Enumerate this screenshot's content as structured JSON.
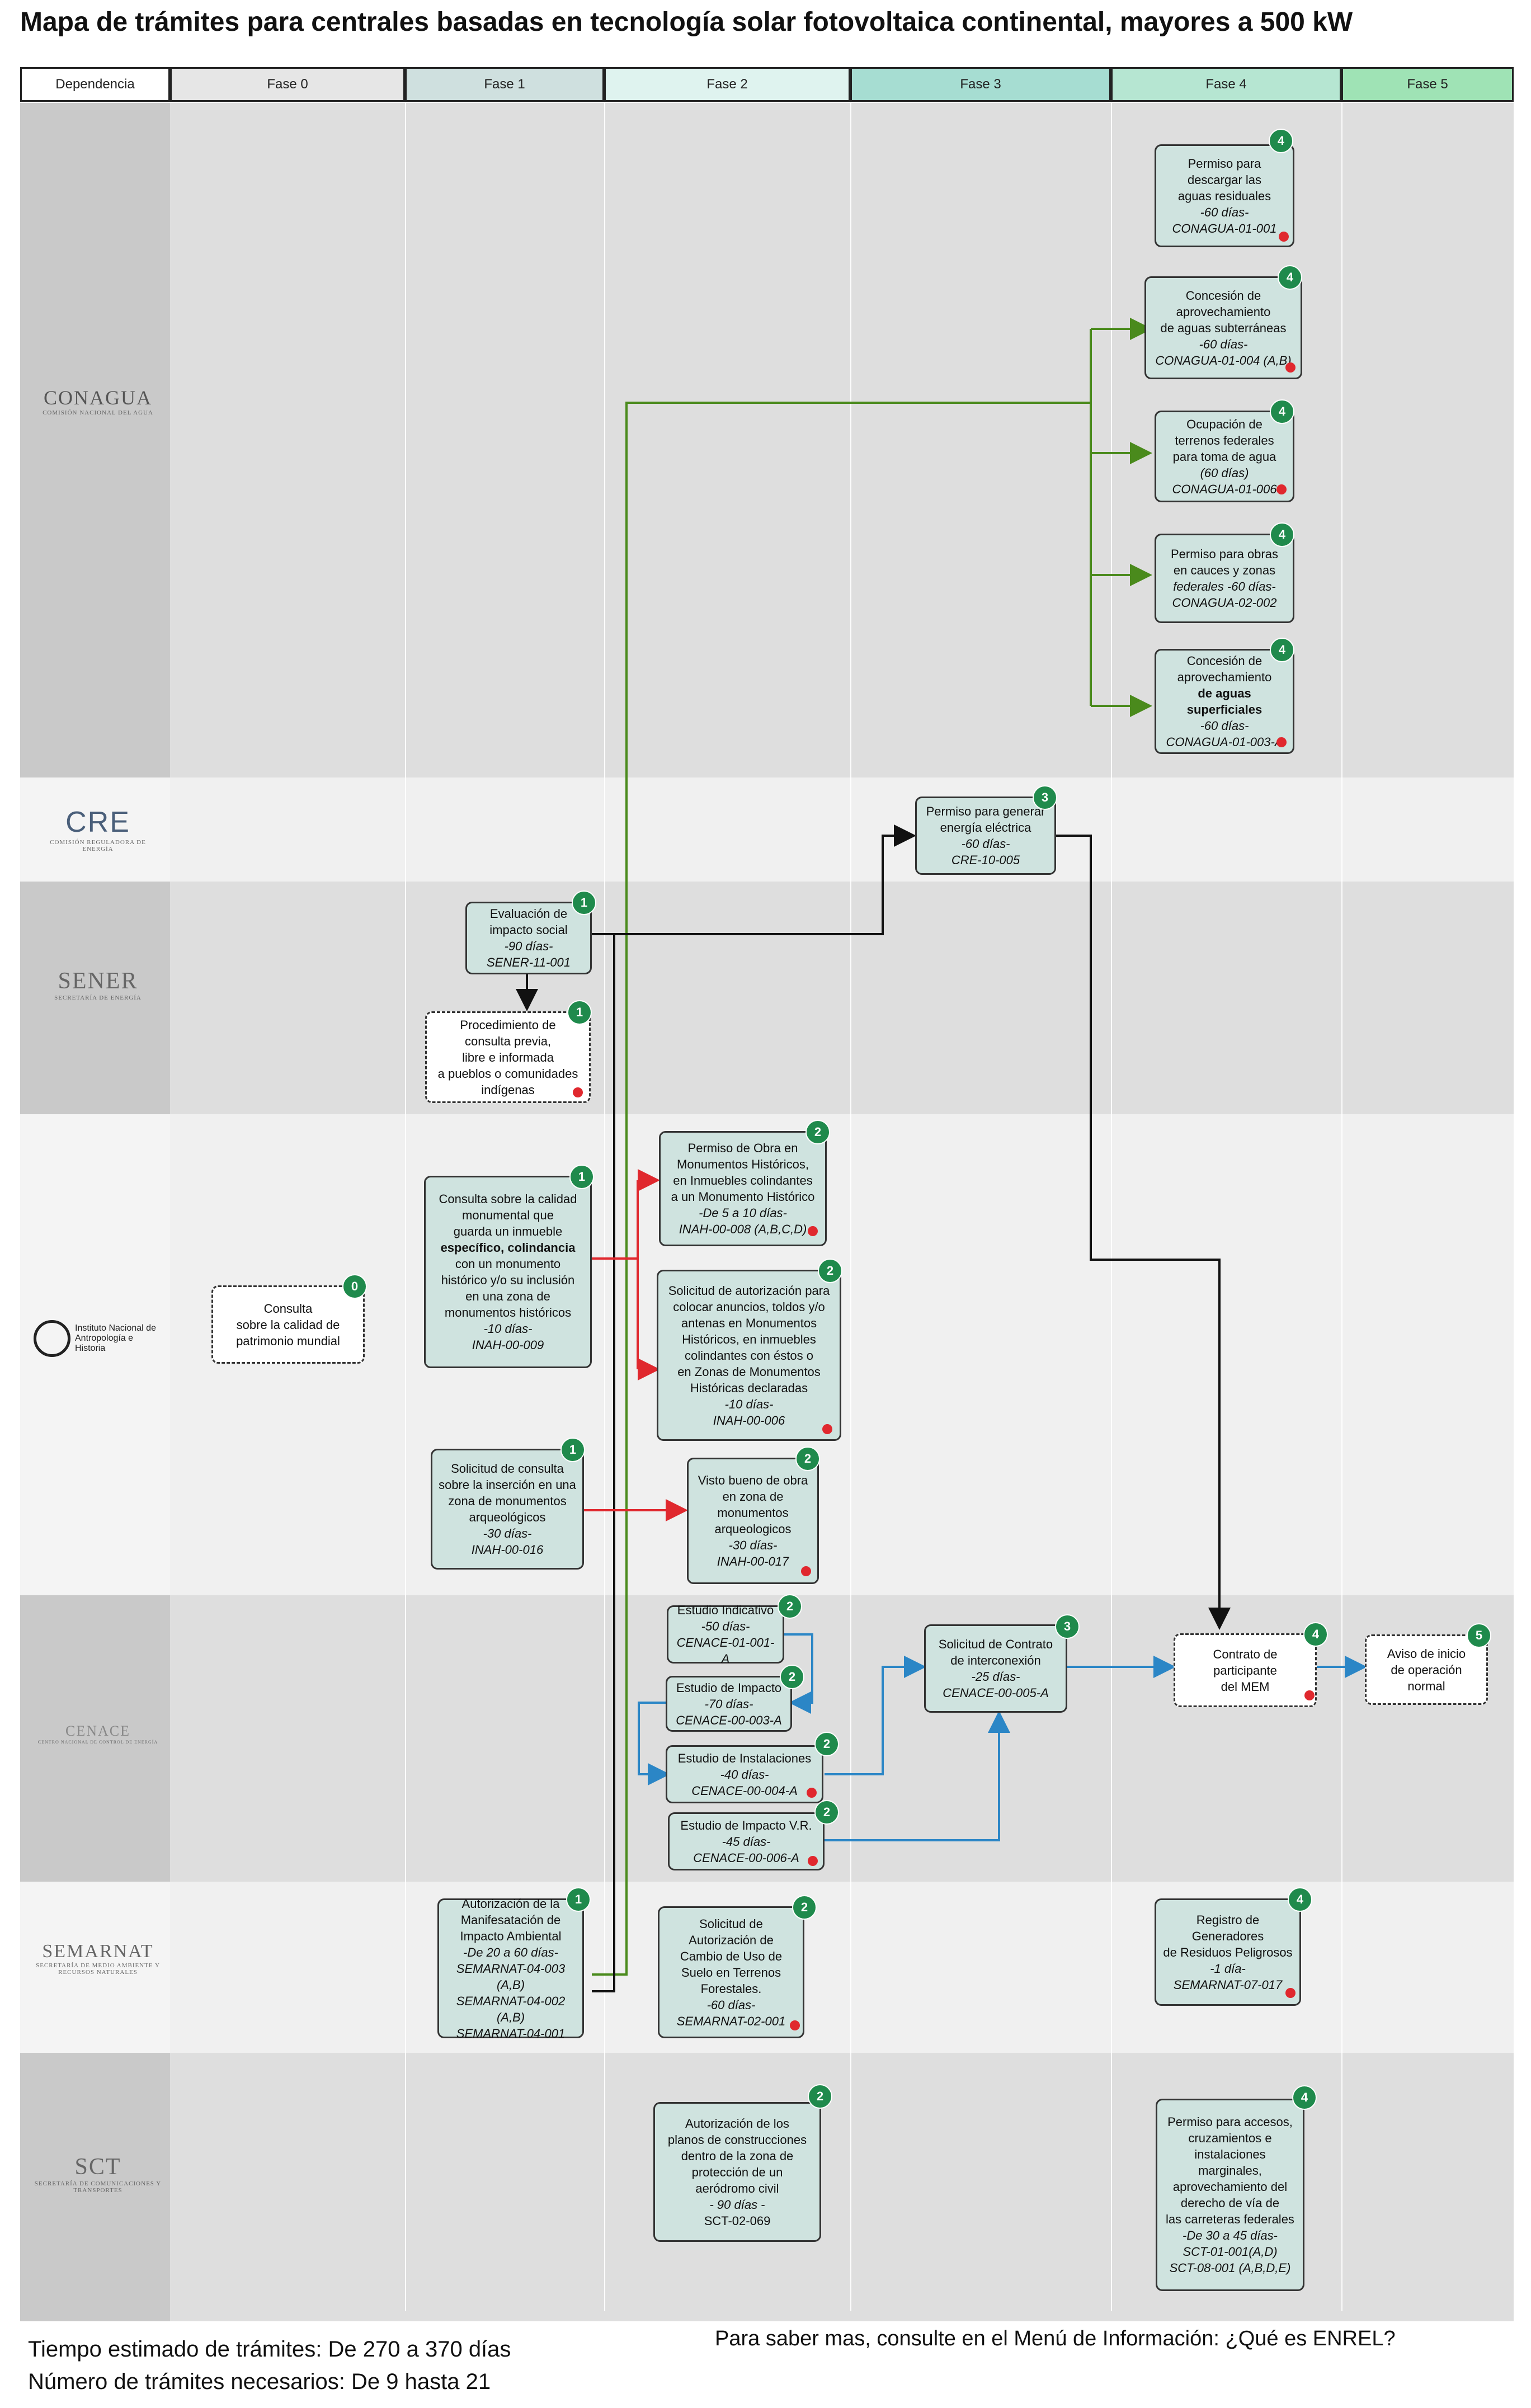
{
  "title": "Mapa de trámites para centrales basadas en tecnología solar fotovoltaica continental, mayores a 500 kW",
  "headers": [
    "Dependencia",
    "Fase 0",
    "Fase 1",
    "Fase 2",
    "Fase 3",
    "Fase 4",
    "Fase 5"
  ],
  "header_colors": [
    "#ffffff",
    "#e6e6e6",
    "#cfe0df",
    "#dff3ef",
    "#a6ddd2",
    "#b6e6d2",
    "#9fe3b5"
  ],
  "logos": {
    "conagua": {
      "main": "CONAGUA",
      "sub": "Comisión Nacional del Agua"
    },
    "cre": {
      "main": "CRE",
      "sub": "Comisión Reguladora de Energía"
    },
    "sener": {
      "main": "SENER",
      "sub": "Secretaría de Energía"
    },
    "inah": {
      "main": "Instituto Nacional de Antropología e Historia",
      "sub": ""
    },
    "cenace": {
      "main": "CENACE",
      "sub": "Centro Nacional de Control de Energía"
    },
    "semarnat": {
      "main": "SEMARNAT",
      "sub": "Secretaría de Medio Ambiente y Recursos Naturales"
    },
    "sct": {
      "main": "SCT",
      "sub": "Secretaría de Comunicaciones y Transportes"
    }
  },
  "boxes": {
    "conagua1": {
      "badge": "4",
      "lines": [
        "Permiso para",
        "descargar las",
        "aguas residuales",
        "-60 días-",
        "CONAGUA-01-001"
      ]
    },
    "conagua2": {
      "badge": "4",
      "lines": [
        "Concesión de",
        "aprovechamiento",
        "de aguas subterráneas",
        "-60 días-",
        "CONAGUA-01-004 (A,B)"
      ]
    },
    "conagua3": {
      "badge": "4",
      "lines": [
        "Ocupación de",
        "terrenos federales",
        "para toma de agua",
        "(60 días)",
        "CONAGUA-01-006"
      ]
    },
    "conagua4": {
      "badge": "4",
      "lines": [
        "Permiso para obras",
        "en cauces y zonas",
        "federales -60 días-",
        "CONAGUA-02-002"
      ]
    },
    "conagua5": {
      "badge": "4",
      "lines": [
        "Concesión de",
        "aprovechamiento",
        "de aguas superficiales",
        "-60 días-",
        "CONAGUA-01-003-A"
      ]
    },
    "cre1": {
      "badge": "3",
      "lines": [
        "Permiso para generar",
        "energía eléctrica",
        "-60 días-",
        "CRE-10-005"
      ]
    },
    "sener1": {
      "badge": "1",
      "lines": [
        "Evaluación de",
        "impacto social",
        "-90 días-",
        "SENER-11-001"
      ]
    },
    "sener2": {
      "badge": "1",
      "lines": [
        "Procedimiento de",
        "consulta previa,",
        "libre e informada",
        "a pueblos o comunidades",
        "indígenas"
      ]
    },
    "inah0": {
      "badge": "0",
      "lines": [
        "Consulta",
        "sobre la calidad de",
        "patrimonio mundial"
      ]
    },
    "inah1": {
      "badge": "1",
      "lines": [
        "Consulta sobre la calidad",
        "monumental que",
        "guarda un inmueble",
        "específico, colindancia",
        "con un monumento",
        "histórico y/o su inclusión",
        "en una zona de",
        "monumentos históricos",
        "-10 días-",
        "INAH-00-009"
      ]
    },
    "inah2": {
      "badge": "2",
      "lines": [
        "Permiso de Obra en",
        "Monumentos Históricos,",
        "en Inmuebles colindantes",
        "a un Monumento Histórico",
        "-De 5 a 10 días-",
        "INAH-00-008 (A,B,C,D)"
      ]
    },
    "inah3": {
      "badge": "2",
      "lines": [
        "Solicitud de autorización para",
        "colocar anuncios, toldos y/o",
        "antenas en Monumentos",
        "Históricos, en inmuebles",
        "colindantes con éstos o",
        "en Zonas de Monumentos",
        "Históricas declaradas",
        "-10 días-",
        "INAH-00-006"
      ]
    },
    "inah4": {
      "badge": "1",
      "lines": [
        "Solicitud de consulta",
        "sobre la inserción en una",
        "zona de monumentos",
        "arqueológicos",
        "-30 días-",
        "INAH-00-016"
      ]
    },
    "inah5": {
      "badge": "2",
      "lines": [
        "Visto bueno de obra",
        "en zona de",
        "monumentos",
        "arqueologicos",
        "-30 días-",
        "INAH-00-017"
      ]
    },
    "cen1": {
      "badge": "2",
      "lines": [
        "Estudio Indicativo",
        "-50 días-",
        "CENACE-01-001-A"
      ]
    },
    "cen2": {
      "badge": "2",
      "lines": [
        "Estudio de Impacto",
        "-70 días-",
        "CENACE-00-003-A"
      ]
    },
    "cen3": {
      "badge": "2",
      "lines": [
        "Estudio de Instalaciones",
        "-40 días-",
        "CENACE-00-004-A"
      ]
    },
    "cen4": {
      "badge": "2",
      "lines": [
        "Estudio de Impacto V.R.",
        "-45 días-",
        "CENACE-00-006-A"
      ]
    },
    "cen5": {
      "badge": "3",
      "lines": [
        "Solicitud de Contrato",
        "de interconexión",
        "-25 días-",
        "CENACE-00-005-A"
      ]
    },
    "cen6": {
      "badge": "4",
      "lines": [
        "Contrato de",
        "participante",
        "del MEM"
      ]
    },
    "cen7": {
      "badge": "5",
      "lines": [
        "Aviso de inicio",
        "de operación",
        "normal"
      ]
    },
    "sem1": {
      "badge": "1",
      "lines": [
        "Autorización de la",
        "Manifesatación de",
        "Impacto Ambiental",
        "-De 20 a 60 días-",
        "SEMARNAT-04-003 (A,B)",
        "SEMARNAT-04-002 (A,B)",
        "SEMARNAT-04-001"
      ]
    },
    "sem2": {
      "badge": "2",
      "lines": [
        "Solicitud de",
        "Autorización de",
        "Cambio de Uso de",
        "Suelo en Terrenos",
        "Forestales.",
        "-60 días-",
        "SEMARNAT-02-001"
      ]
    },
    "sem3": {
      "badge": "4",
      "lines": [
        "Registro de",
        "Generadores",
        "de Residuos Peligrosos",
        "-1 día-",
        "SEMARNAT-07-017"
      ]
    },
    "sct1": {
      "badge": "2",
      "lines": [
        "Autorización de los",
        "planos de construcciones",
        "dentro de la zona de",
        "protección de un",
        "aeródromo civil",
        "- 90 días -",
        "SCT-02-069"
      ]
    },
    "sct2": {
      "badge": "4",
      "lines": [
        "Permiso para accesos,",
        "cruzamientos e",
        "instalaciones",
        "marginales,",
        "aprovechamiento del",
        "derecho de vía de",
        "las carreteras federales",
        "-De 30 a 45 días-",
        "SCT-01-001(A,D)",
        "SCT-08-001 (A,B,D,E)"
      ]
    }
  },
  "footer": {
    "tiempo": "Tiempo estimado de trámites: De 270 a 370 días",
    "numero": "Número de trámites necesarios: De 9 hasta 21",
    "info": "Para saber mas, consulte en el Menú de Información: ¿Qué es ENREL?"
  },
  "colors": {
    "green_arrow": "#4a8a1c",
    "red_arrow": "#e0282e",
    "blue_arrow": "#2b86c6",
    "black_arrow": "#111111",
    "badge": "#1f8a4c",
    "box_fill": "#cfe3df"
  }
}
